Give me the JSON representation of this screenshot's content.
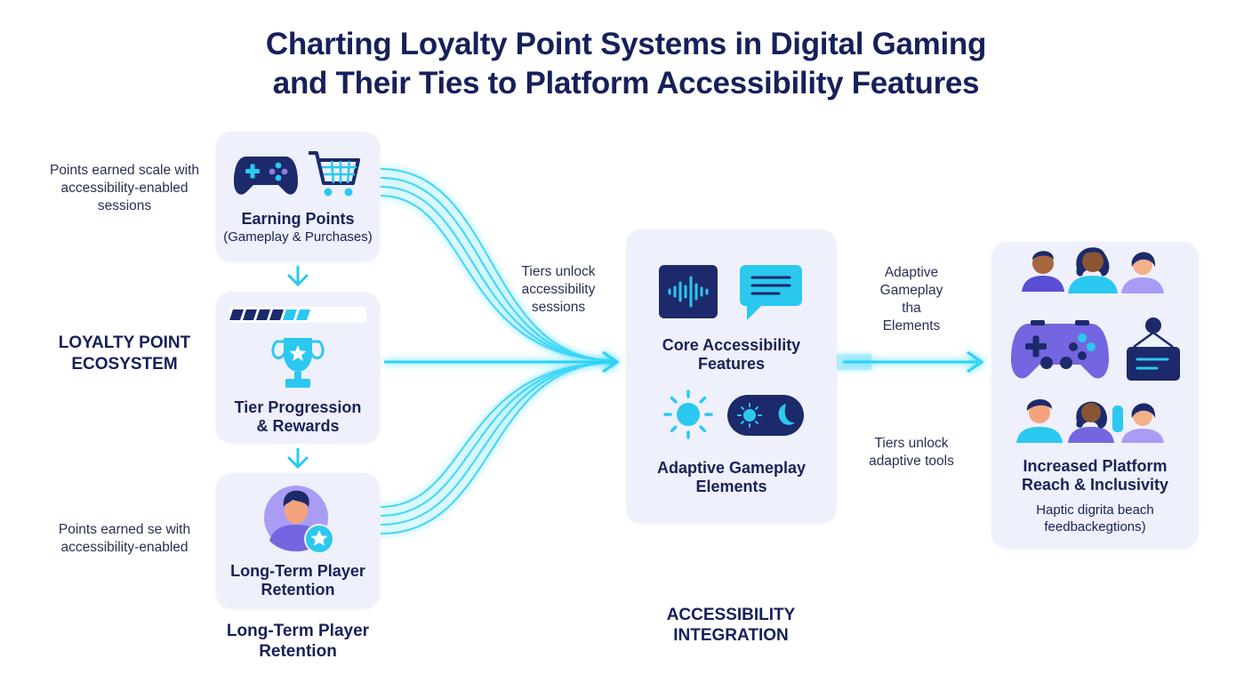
{
  "title": {
    "line1": "Charting Loyalty Point Systems in Digital Gaming",
    "line2": "and Their Ties to Platform Accessibility Features"
  },
  "left_notes": {
    "top": [
      "Points earned scale with",
      "accessibility-enabled",
      "sessions"
    ],
    "middle": [
      "LOYALTY POINT",
      "ECOSYSTEM"
    ],
    "bottom": [
      "Points earned se with",
      "accessibility-enabled"
    ]
  },
  "cards": {
    "earning": {
      "title": "Earning Points",
      "subtitle": "(Gameplay & Purchases)",
      "icons": [
        "gamepad-icon",
        "shopping-cart-icon"
      ]
    },
    "tier": {
      "title": [
        "Tier Progression",
        "& Rewards"
      ],
      "icons": [
        "progress-bar",
        "trophy-icon"
      ],
      "progress": 0.55
    },
    "retention": {
      "title": [
        "Long-Term Player",
        "Retention"
      ],
      "icons": [
        "player-avatar-icon",
        "star-badge-icon"
      ]
    },
    "core": {
      "title": [
        "Core Accessibility",
        "Features"
      ],
      "title2": [
        "Adaptive Gameplay",
        "Elements"
      ],
      "icons": [
        "audio-wave-icon",
        "chat-bubble-icon",
        "brightness-icon",
        "dark-mode-toggle-icon"
      ]
    },
    "reach": {
      "title": [
        "Increased Platform",
        "Reach & Inclusivity"
      ],
      "subtitle": [
        "Haptic digrita beach",
        "feedbackegtions)"
      ],
      "icons": [
        "people-group-icon",
        "gamepad-icon",
        "caption-display-icon"
      ]
    }
  },
  "below_retention": [
    "Long-Term Player",
    "Retention"
  ],
  "middle_notes": {
    "tiers_sessions": [
      "Tiers unlock",
      "accessibility",
      "sessions"
    ],
    "adaptive": [
      "Adaptive",
      "Gameplay",
      "tha",
      "Elements"
    ],
    "tiers_tools": [
      "Tiers unlock",
      "adaptive tools"
    ]
  },
  "bottom_label": [
    "ACCESSIBILITY",
    "INTEGRATION"
  ],
  "colors": {
    "navy": "#16205a",
    "card": "#eef0fb",
    "cyan": "#27c9f2",
    "purple": "#8d7cf0"
  }
}
